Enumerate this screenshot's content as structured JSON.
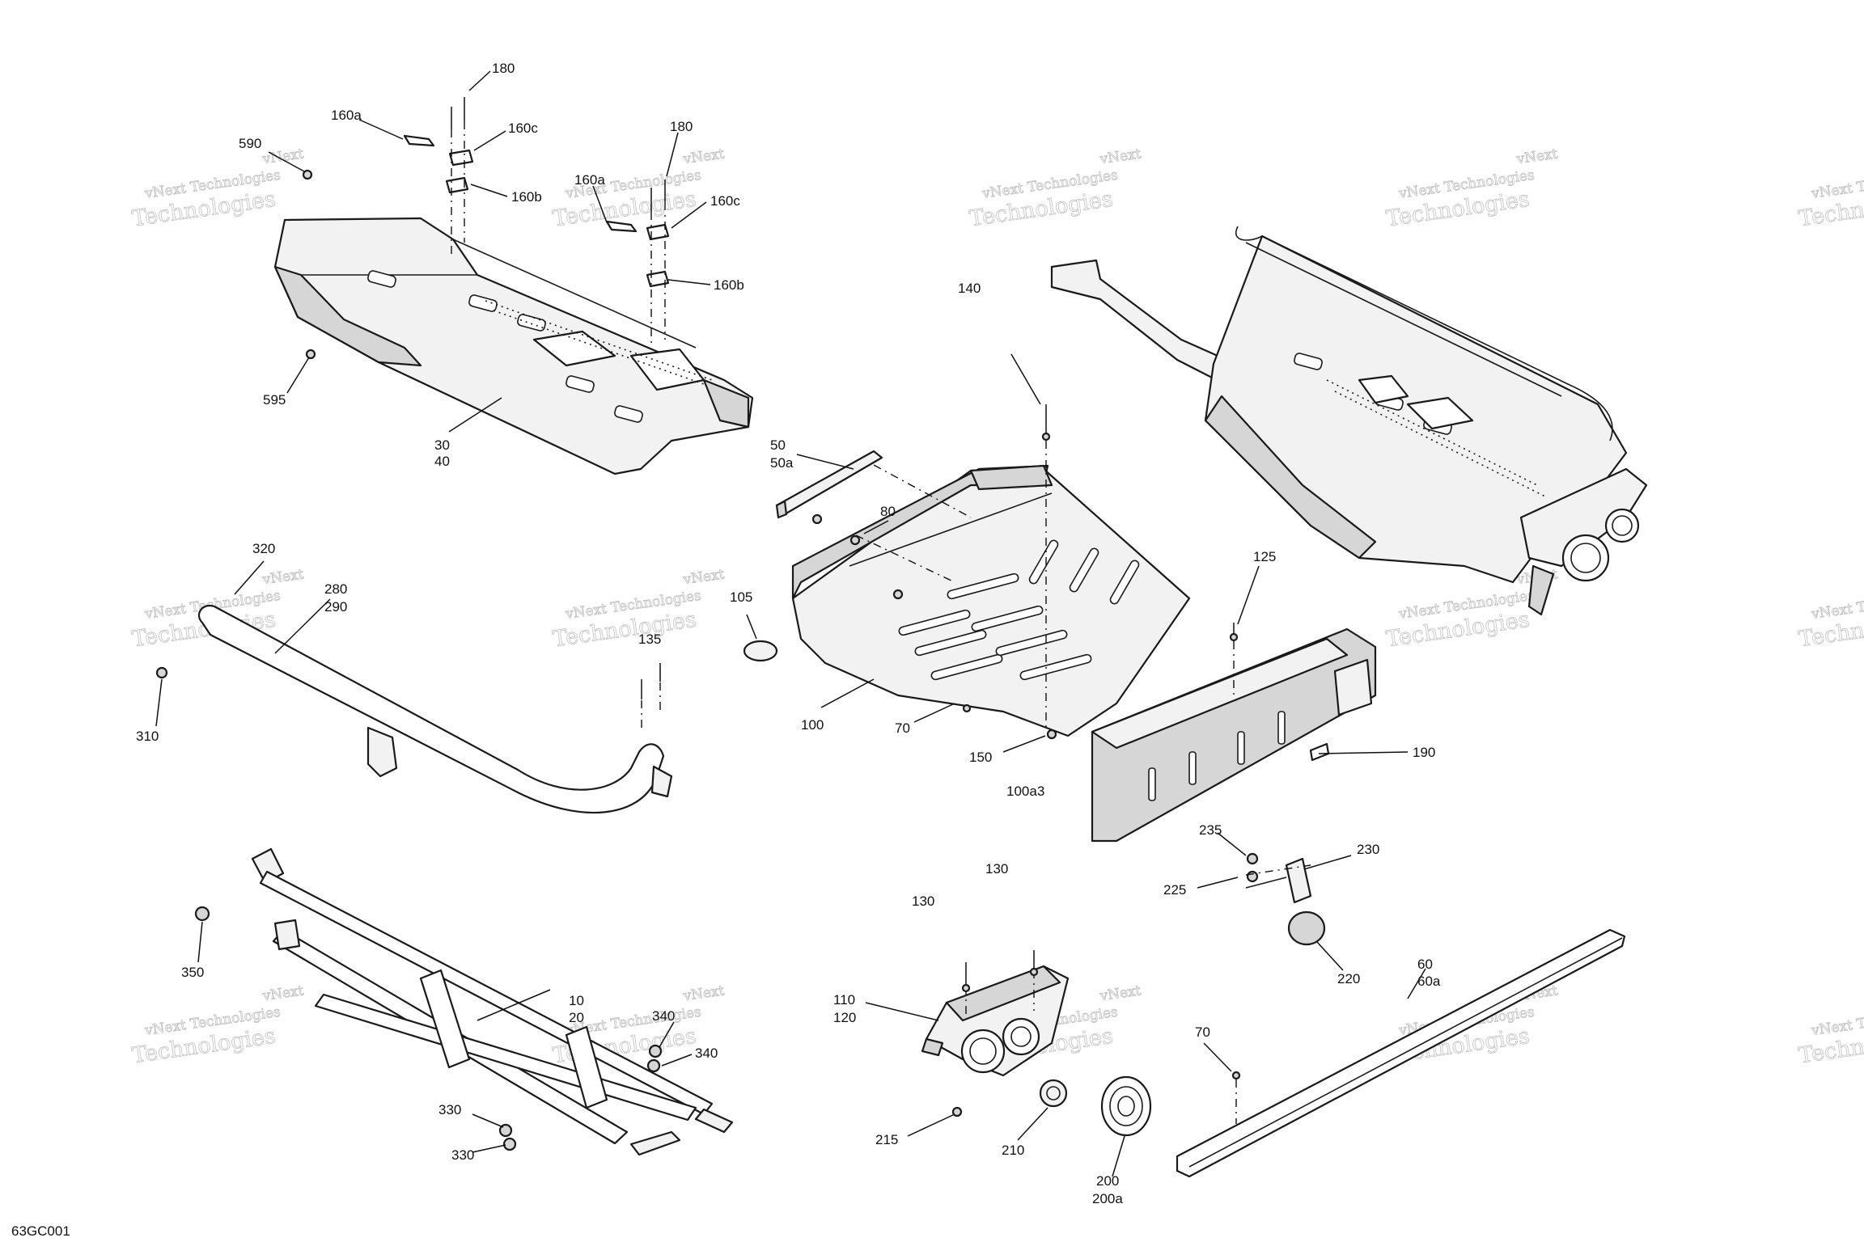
{
  "figure_code": "63GC001",
  "watermark": {
    "line1": "vNext Technologies",
    "line2": "Technologies",
    "line3": "vNext"
  },
  "callouts": {
    "c180a": "180",
    "c160a": "160a",
    "c160c": "160c",
    "c590": "590",
    "c160b": "160b",
    "c595": "595",
    "c30": "30",
    "c40": "40",
    "c180b": "180",
    "c160a2": "160a",
    "c160c2": "160c",
    "c160b2": "160b",
    "c140": "140",
    "c50": "50",
    "c50a": "50a",
    "c80": "80",
    "c105": "105",
    "c100": "100",
    "c70": "70",
    "c150": "150",
    "c100a3": "100a3",
    "c125": "125",
    "c190": "190",
    "c320": "320",
    "c280": "280",
    "c290": "290",
    "c310": "310",
    "c135": "135",
    "c235": "235",
    "c230": "230",
    "c225": "225",
    "c220": "220",
    "c130a": "130",
    "c130b": "130",
    "c110": "110",
    "c120": "120",
    "c215": "215",
    "c210": "210",
    "c200": "200",
    "c200a": "200a",
    "c60": "60",
    "c60a": "60a",
    "c70b": "70",
    "c350": "350",
    "c10": "10",
    "c20": "20",
    "c340a": "340",
    "c340b": "340",
    "c330a": "330",
    "c330b": "330"
  }
}
